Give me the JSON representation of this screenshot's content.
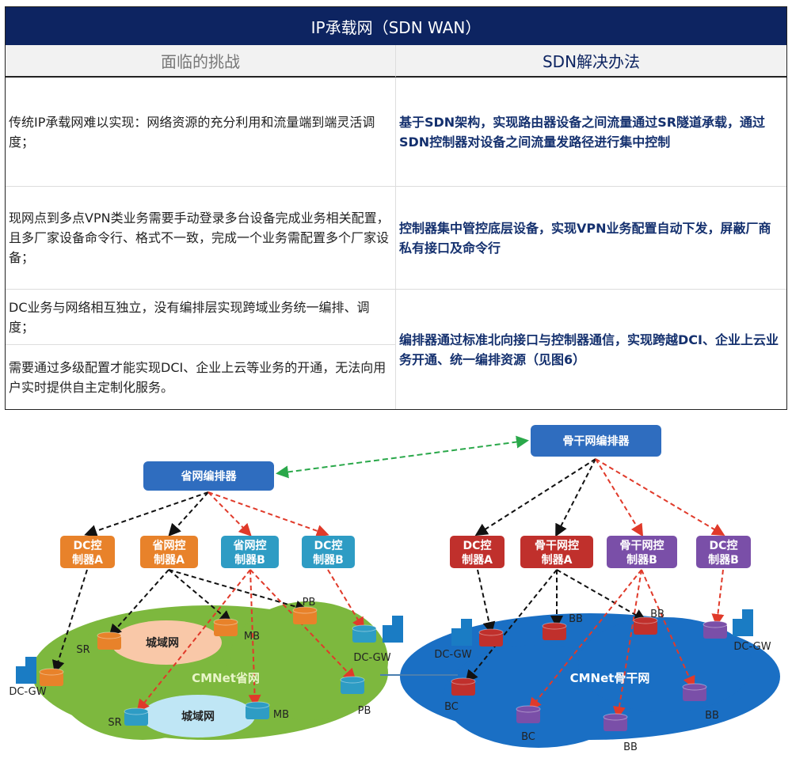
{
  "table": {
    "title": "IP承载网（SDN WAN）",
    "headers": [
      "面临的挑战",
      "SDN解决办法"
    ],
    "challenges": [
      "传统IP承载网难以实现：网络资源的充分利用和流量端到端灵活调度；",
      "现网点到多点VPN类业务需要手动登录多台设备完成业务相关配置，且多厂家设备命令行、格式不一致，完成一个业务需配置多个厂家设备；",
      "DC业务与网络相互独立，没有编排层实现跨域业务统一编排、调度；",
      "需要通过多级配置才能实现DCI、企业上云等业务的开通，无法向用户实时提供自主定制化服务。"
    ],
    "solutions": [
      "基于SDN架构，实现路由器设备之间流量通过SR隧道承载，通过SDN控制器对设备之间流量发路径进行集中控制",
      "控制器集中管控底层设备，实现VPN业务配置自动下发，屏蔽厂商私有接口及命令行",
      "编排器通过标准北向接口与控制器通信，实现跨越DCI、企业上云业务开通、统一编排资源（见图6）"
    ]
  },
  "diagram": {
    "left": {
      "orchestrator": "省网编排器",
      "controllers": [
        [
          "DC控",
          "制器A"
        ],
        [
          "省网控",
          "制器A"
        ],
        [
          "省网控",
          "制器B"
        ],
        [
          "DC控",
          "制器B"
        ]
      ],
      "cloud": "CMNet省网",
      "metro": "城域网",
      "nodes": [
        "SR",
        "MB",
        "PB",
        "DC-GW",
        "DC-GW",
        "PB",
        "SR",
        "MB"
      ]
    },
    "right": {
      "orchestrator": "骨干网编排器",
      "controllers": [
        [
          "DC控",
          "制器A"
        ],
        [
          "骨干网控",
          "制器A"
        ],
        [
          "骨干网控",
          "制器B"
        ],
        [
          "DC控",
          "制器B"
        ]
      ],
      "cloud": "CMNet骨干网",
      "nodes": [
        "DC-GW",
        "BB",
        "BB",
        "BC",
        "DC-GW",
        "BB",
        "BC",
        "BB"
      ]
    },
    "colors": {
      "orange": "#e8822a",
      "teal": "#2e9cc4",
      "red": "#c0302c",
      "purple": "#7a4fa8",
      "navy": "#0d2461",
      "green_cloud": "#7db83e",
      "blue_cloud": "#1a6fc4"
    }
  }
}
